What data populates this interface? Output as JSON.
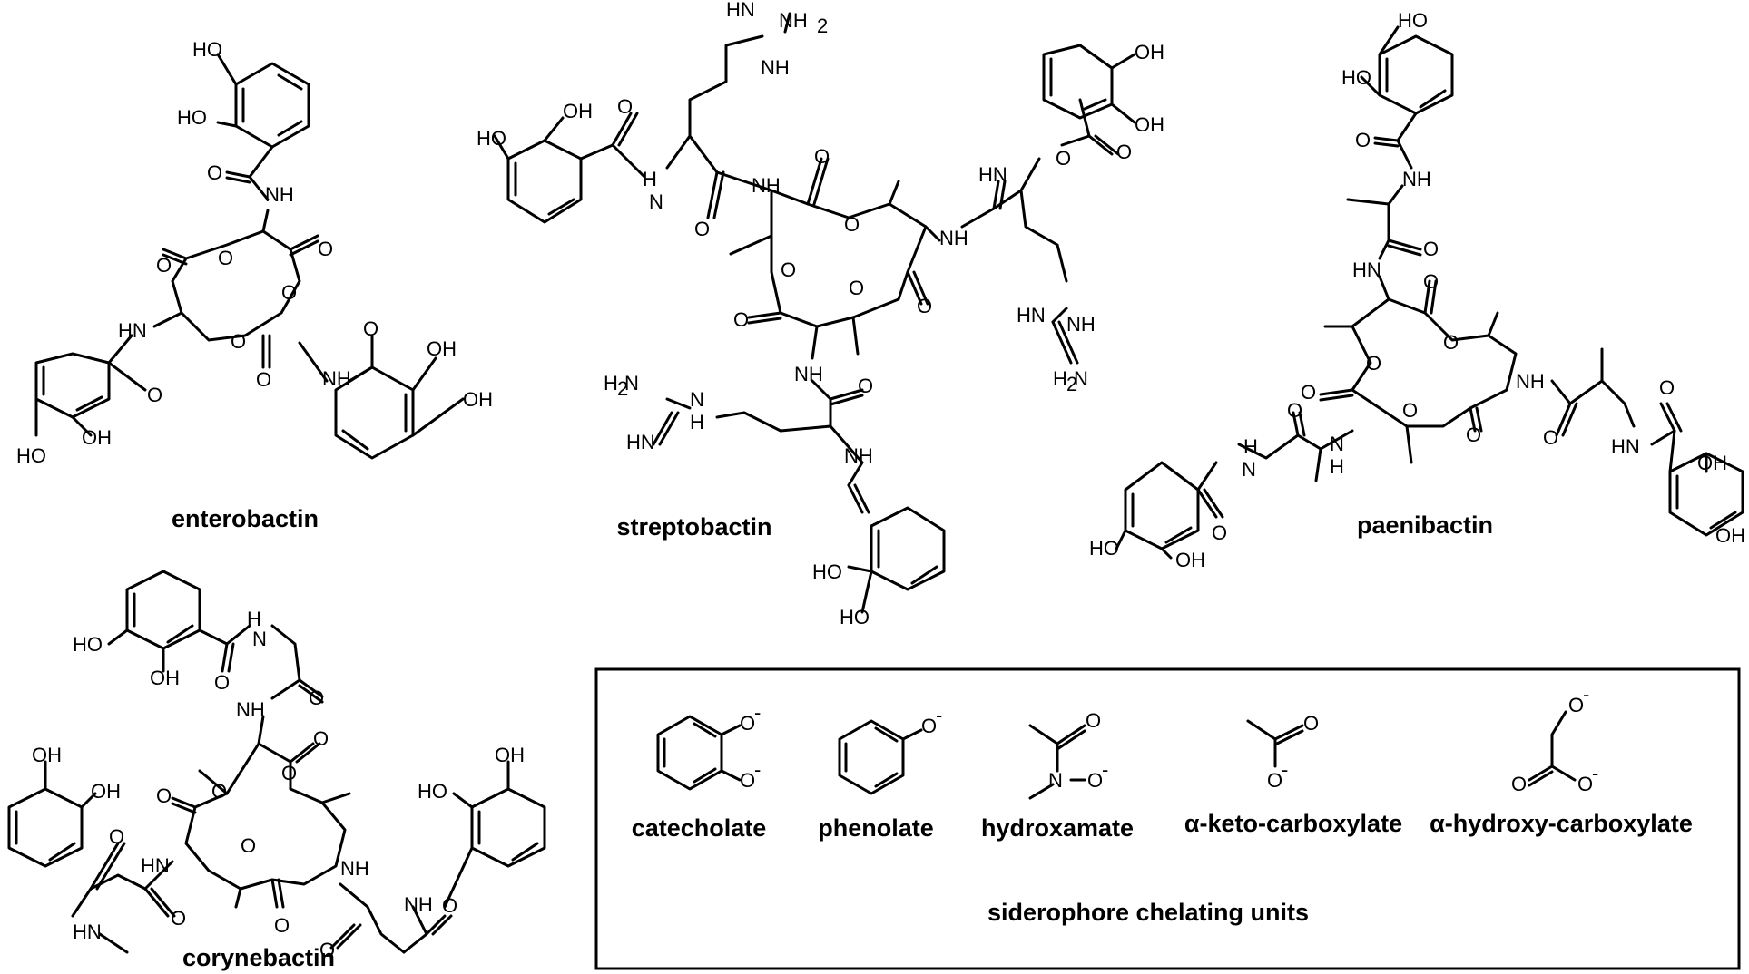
{
  "molecules": {
    "enterobactin": {
      "name": "enterobactin"
    },
    "streptobactin": {
      "name": "streptobactin"
    },
    "paenibactin": {
      "name": "paenibactin"
    },
    "corynebactin": {
      "name": "corynebactin"
    }
  },
  "atoms": {
    "oh": "OH",
    "ho": "HO",
    "nh": "NH",
    "hn": "HN",
    "h": "H",
    "n": "N",
    "o": "O",
    "nh2": "NH",
    "h2n": "H",
    "two": "2",
    "minus": "-"
  },
  "legend": {
    "title": "siderophore chelating units",
    "units": [
      "catecholate",
      "phenolate",
      "hydroxamate",
      "α-keto-carboxylate",
      "α-hydroxy-carboxylate"
    ]
  },
  "colors": {
    "ink": "#000000",
    "background": "#ffffff"
  }
}
